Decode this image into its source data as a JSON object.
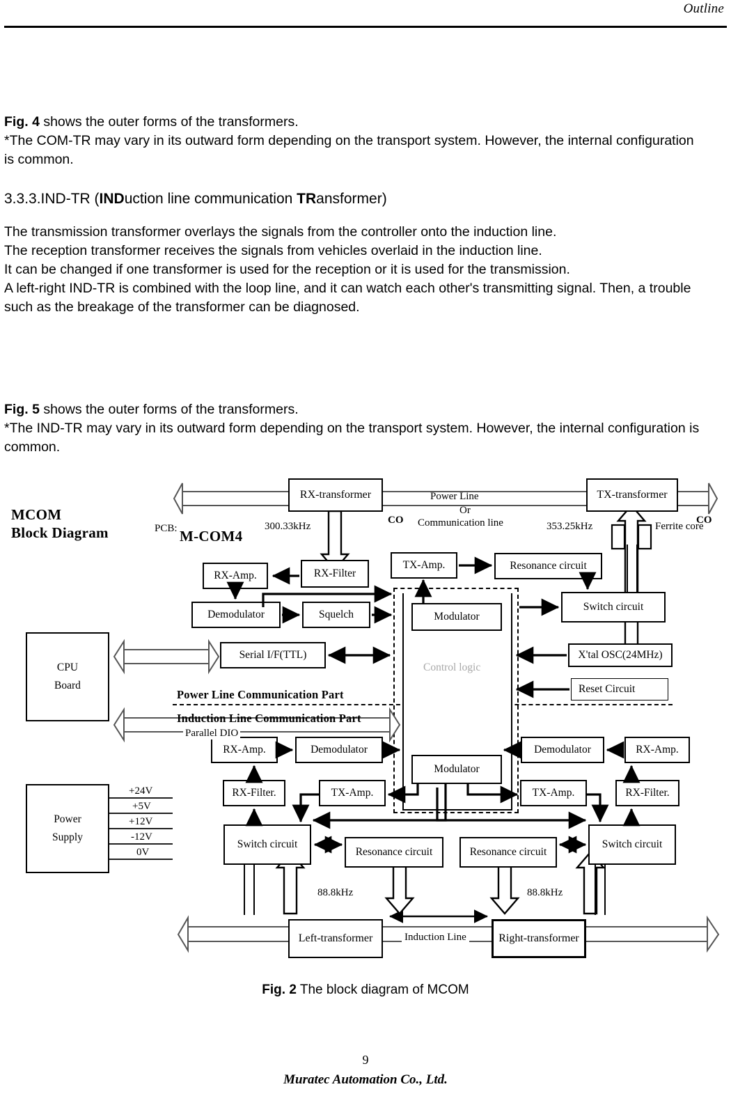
{
  "header": {
    "title": "Outline"
  },
  "body": {
    "p1_a": "Fig. 4",
    "p1_b": " shows the outer forms of the transformers.",
    "p1_c": "*The COM-TR may vary in its outward form depending on the transport system. However, the internal configuration is common.",
    "heading_a": "3.3.3.IND-TR (",
    "heading_b": "IND",
    "heading_c": "uction line communication ",
    "heading_d": "TR",
    "heading_e": "ansformer)",
    "p2": "The transmission transformer overlays the signals from the controller onto the induction line.\nThe reception transformer receives the signals from vehicles overlaid in the induction line.\nIt can be changed if one transformer is used for the reception or it is used for the transmission.\nA left-right IND-TR is combined with the loop line, and it can watch each other's transmitting signal. Then, a trouble such as the breakage of the transformer can be diagnosed.",
    "p3_a": "Fig. 5",
    "p3_b": " shows the outer forms of the transformers.",
    "p3_c": "*The IND-TR may vary in its outward form depending on the transport system. However, the internal configuration is common."
  },
  "figure": {
    "title_line1": "MCOM",
    "title_line2": "Block Diagram",
    "pcb_prefix": "PCB:",
    "pcb_name": "M-COM4",
    "caption_bold": "Fig. 2",
    "caption_rest": " The block diagram of MCOM",
    "blocks": {
      "rx_transformer": "RX-transformer",
      "tx_transformer": "TX-transformer",
      "rx_amp_top": "RX-Amp.",
      "rx_filter_top": "RX-Filter",
      "demodulator_top": "Demodulator",
      "squelch": "Squelch",
      "serial_if": "Serial I/F(TTL)",
      "tx_amp_top": "TX-Amp.",
      "resonance_top": "Resonance circuit",
      "switch_top": "Switch circuit",
      "modulator_top": "Modulator",
      "xtal_osc": "X'tal OSC(24MHz)",
      "reset_circuit": "Reset Circuit",
      "cpu_board": "CPU\nBoard",
      "power_supply": "Power\nSupply",
      "modulator_bottom": "Modulator",
      "rx_amp_left": "RX-Amp.",
      "demodulator_left": "Demodulator",
      "rx_filter_left": "RX-Filter.",
      "tx_amp_left": "TX-Amp.",
      "switch_left": "Switch circuit",
      "resonance_left": "Resonance circuit",
      "demodulator_right": "Demodulator",
      "rx_amp_right": "RX-Amp.",
      "rx_filter_right": "RX-Filter.",
      "tx_amp_right": "TX-Amp.",
      "switch_right": "Switch circuit",
      "resonance_right": "Resonance circuit",
      "left_transformer": "Left-transformer",
      "right_transformer": "Right-transformer"
    },
    "labels": {
      "power_line": "Power Line",
      "or": "Or",
      "communication_line": "Communication line",
      "co_left": "CO",
      "co_right": "CO",
      "freq_rx": "300.33kHz",
      "freq_tx": "353.25kHz",
      "ferrite_core": "Ferrite core",
      "control_logic": "Control logic",
      "power_line_part": "Power Line Communication Part",
      "induction_line_part": "Induction Line Communication Part",
      "parallel_dio": "Parallel DIO",
      "freq_ind_left": "88.8kHz",
      "freq_ind_right": "88.8kHz",
      "induction_line": "Induction Line",
      "v24": "+24V",
      "v5": "+5V",
      "v12": "+12V",
      "vm12": "-12V",
      "v0": "0V"
    }
  },
  "footer": {
    "page_number": "9",
    "company": "Muratec Automation Co., Ltd."
  },
  "colors": {
    "ink": "#000000",
    "gray_line": "#555555",
    "faded": "#a8a8a8"
  }
}
